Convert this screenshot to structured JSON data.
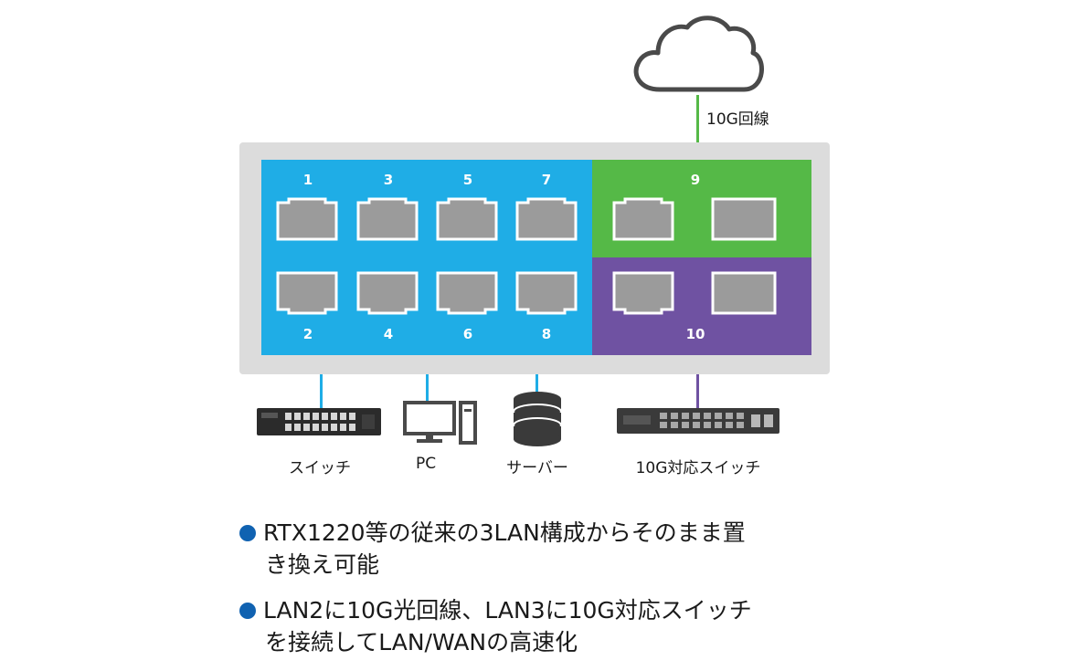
{
  "cloud": {
    "label": "10G回線"
  },
  "ports": {
    "top": [
      "1",
      "3",
      "5",
      "7"
    ],
    "bottom": [
      "2",
      "4",
      "6",
      "8"
    ],
    "lan2": "9",
    "lan3": "10"
  },
  "devices": {
    "switch": "スイッチ",
    "pc": "PC",
    "server": "サーバー",
    "switch10g": "10G対応スイッチ"
  },
  "bullets": [
    {
      "line1": "RTX1220等の従来の3LAN構成からそのまま置",
      "line2": "き換え可能"
    },
    {
      "line1": "LAN2に10G光回線、LAN3に10G対応スイッチ",
      "line2": "を接続してLAN/WANの高速化"
    }
  ],
  "colors": {
    "lan1": "#1fade6",
    "lan2": "#55b947",
    "lan3": "#6f52a2",
    "bullet": "#1062b1"
  }
}
